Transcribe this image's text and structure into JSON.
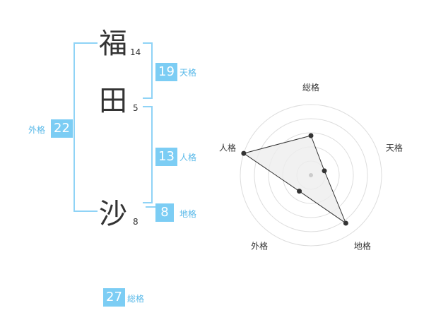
{
  "name": {
    "chars": [
      {
        "char": "福",
        "strokes": "14"
      },
      {
        "char": "田",
        "strokes": "5"
      },
      {
        "char": "沙",
        "strokes": "8"
      }
    ]
  },
  "fortunes": {
    "tenkaku": {
      "value": "19",
      "label": "天格"
    },
    "jinkaku": {
      "value": "13",
      "label": "人格"
    },
    "chikaku": {
      "value": "8",
      "label": "地格"
    },
    "gaikaku": {
      "value": "22",
      "label": "外格"
    },
    "soukaku": {
      "value": "27",
      "label": "総格"
    }
  },
  "colors": {
    "accent": "#7ccdf4",
    "accent_text": "#59b9e9",
    "bracket": "#8fd3f6",
    "text": "#333333"
  },
  "chart_data": {
    "type": "radar",
    "axes": [
      "総格",
      "天格",
      "地格",
      "外格",
      "人格"
    ],
    "values": [
      0.56,
      0.2,
      0.84,
      0.28,
      1.0
    ],
    "grid_rings": 5,
    "range": [
      0,
      1
    ]
  }
}
